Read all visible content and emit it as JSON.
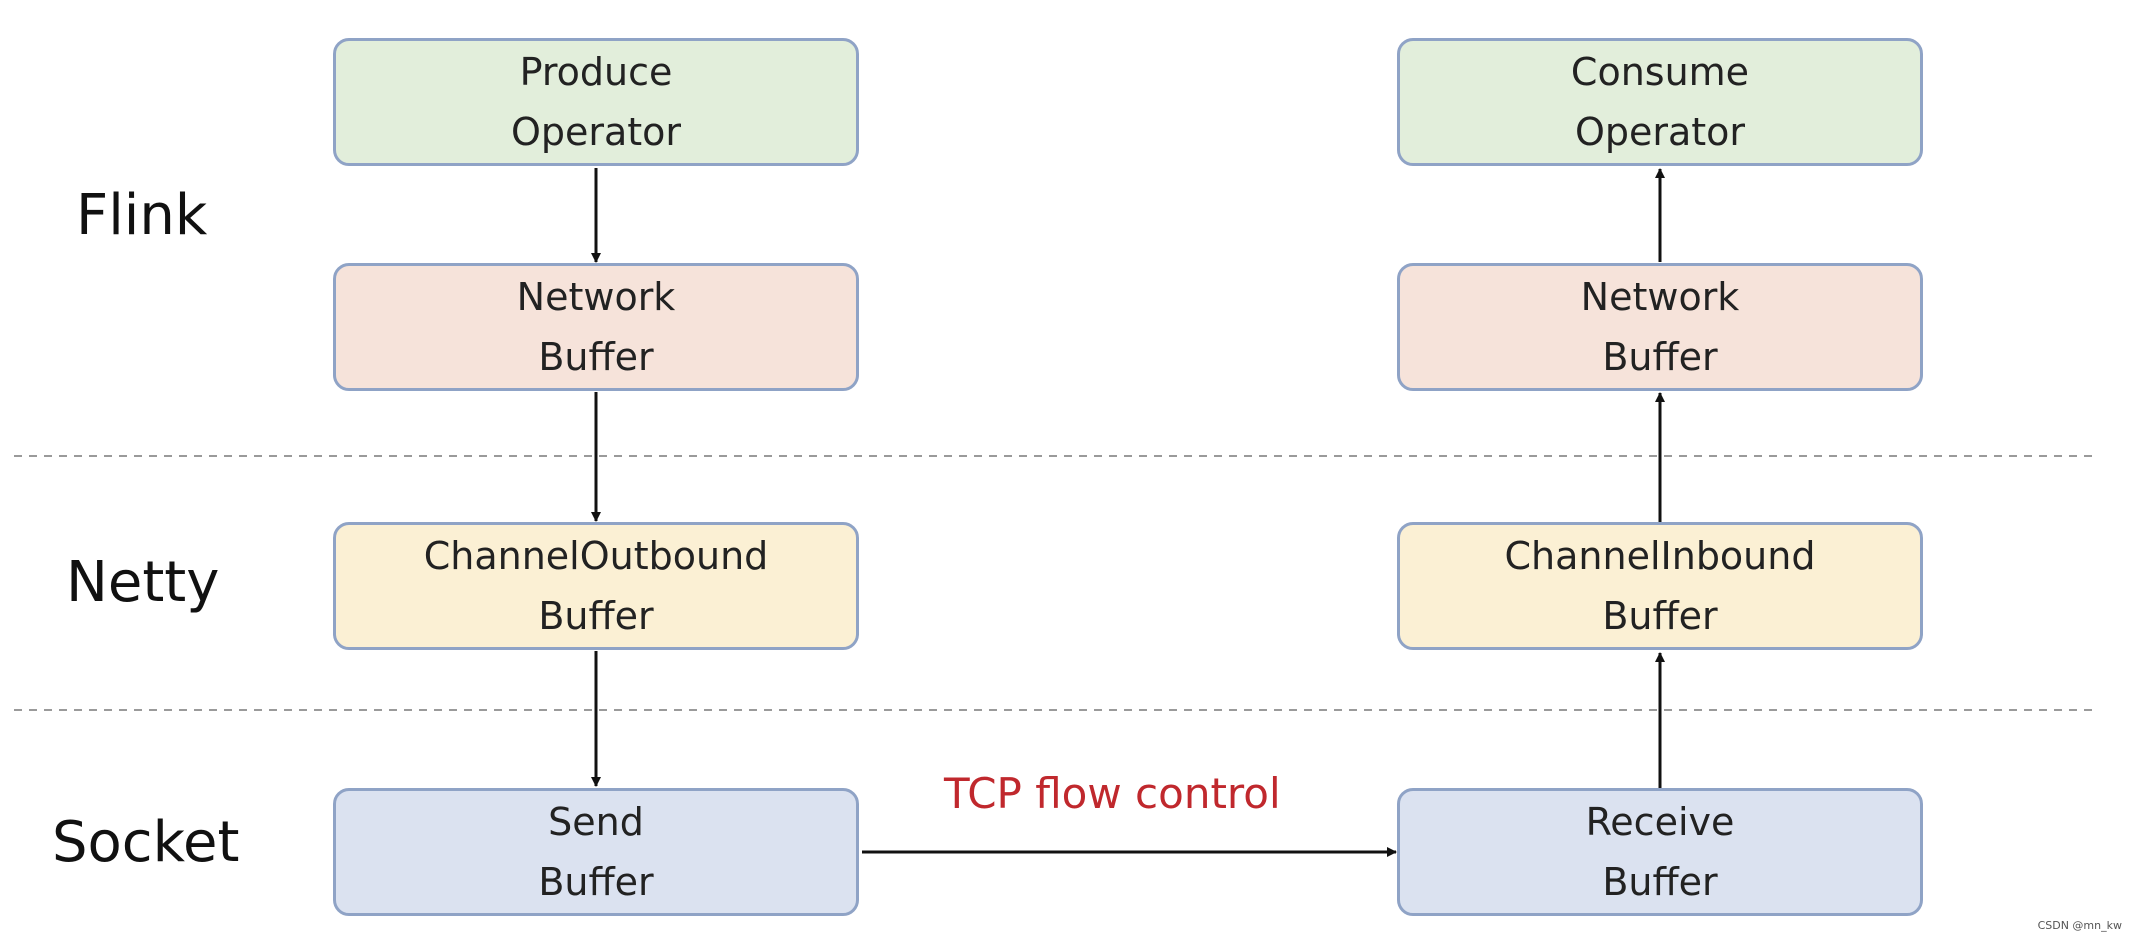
{
  "layers": {
    "flink": "Flink",
    "netty": "Netty",
    "socket": "Socket"
  },
  "sender": {
    "produce_operator": [
      "Produce",
      "Operator"
    ],
    "network_buffer": [
      "Network",
      "Buffer"
    ],
    "channel_outbound_buffer": [
      "ChannelOutbound",
      "Buffer"
    ],
    "send_buffer": [
      "Send",
      "Buffer"
    ]
  },
  "receiver": {
    "consume_operator": [
      "Consume",
      "Operator"
    ],
    "network_buffer": [
      "Network",
      "Buffer"
    ],
    "channel_inbound_buffer": [
      "ChannelInbound",
      "Buffer"
    ],
    "receive_buffer": [
      "Receive",
      "Buffer"
    ]
  },
  "link_label": "TCP flow control",
  "watermark": "CSDN @mn_kw",
  "colors": {
    "flink_operator_fill": "#e2eedb",
    "network_buffer_fill": "#f6e3da",
    "netty_buffer_fill": "#fbf0d4",
    "socket_buffer_fill": "#dbe2f0",
    "box_border": "#8fa3c6",
    "link_label": "#c0282d"
  }
}
